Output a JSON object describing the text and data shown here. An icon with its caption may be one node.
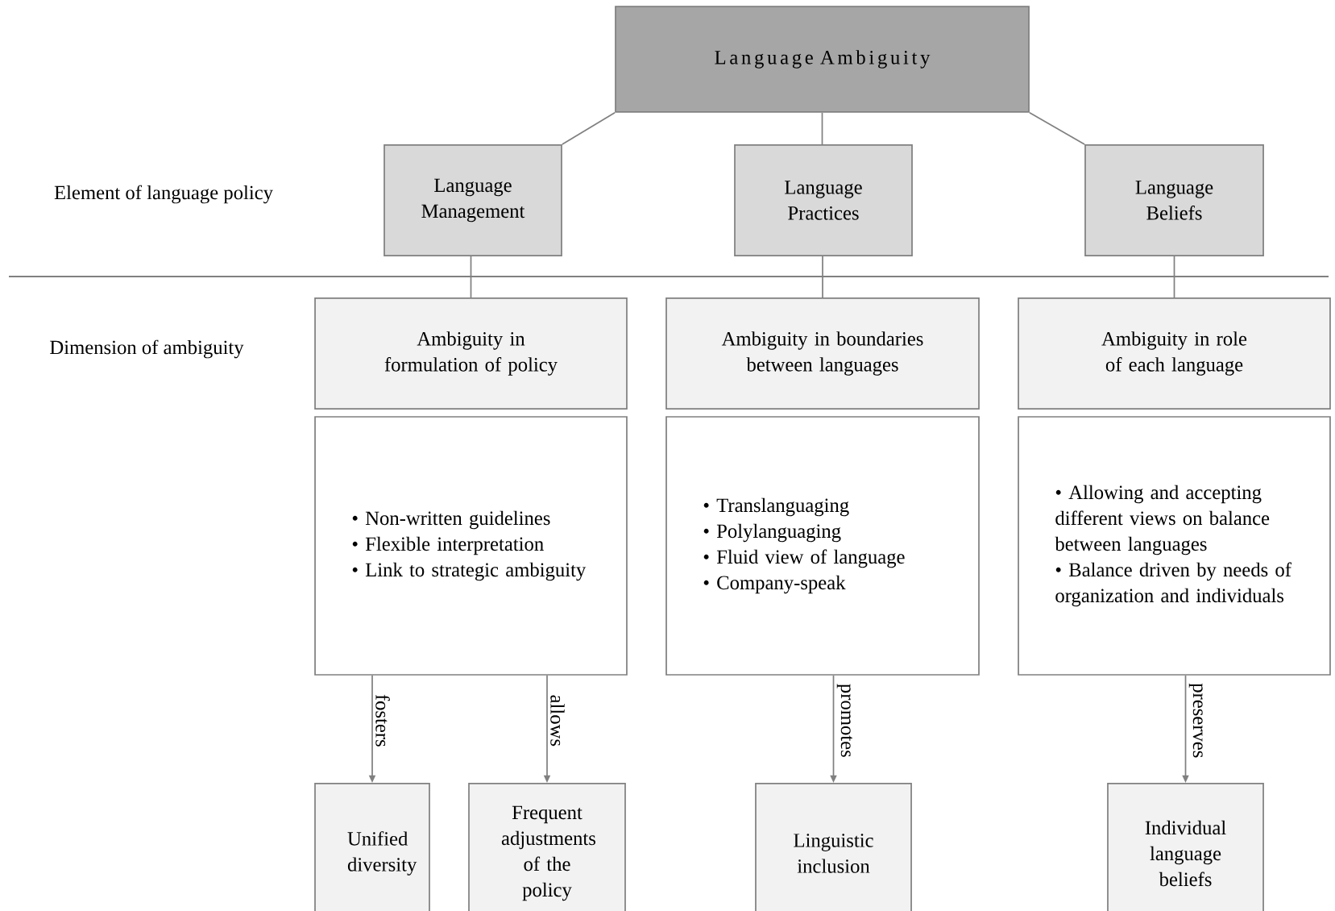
{
  "diagram": {
    "nodes": [
      {
        "text": [
          "Language Ambiguity"
        ]
      },
      {
        "text": [
          "Language Management"
        ]
      },
      {
        "text": [
          "Language Practices"
        ]
      },
      {
        "text": [
          "Language Beliefs"
        ]
      },
      {
        "text": [
          "Ambiguity in formulation of policy"
        ]
      },
      {
        "text": [
          "Ambiguity in boundaries between languages"
        ]
      },
      {
        "text": [
          "Ambiguity in role of each language"
        ]
      },
      {
        "text": [
          "• Non-written guidelines",
          "• Flexible interpretation",
          "• Link to strategic ambiguity"
        ]
      },
      {
        "text": [
          "• Translanguaging",
          "• Polylanguaging",
          "• Fluid view of language",
          "• Company-speak"
        ]
      },
      {
        "text": [
          "• Allowing and accepting different views on balance between languages",
          "• Balance driven by needs of organization and individuals"
        ]
      },
      {
        "text": [
          "Unified diversity"
        ]
      },
      {
        "text": [
          "Frequent adjustments of the policy"
        ]
      },
      {
        "text": [
          "Linguistic inclusion"
        ]
      },
      {
        "text": [
          "Individual language beliefs"
        ]
      }
    ],
    "edges": [
      {
        "from": 0,
        "to": 1,
        "arrow": "none"
      },
      {
        "from": 0,
        "to": 2,
        "arrow": "none"
      },
      {
        "from": 0,
        "to": 3,
        "arrow": "none"
      },
      {
        "from": 1,
        "to": 4,
        "arrow": "none"
      },
      {
        "from": 2,
        "to": 5,
        "arrow": "none"
      },
      {
        "from": 3,
        "to": 6,
        "arrow": "none"
      },
      {
        "from": 7,
        "to": 10,
        "arrow": "to",
        "label": "fosters"
      },
      {
        "from": 7,
        "to": 11,
        "arrow": "to",
        "label": "allows"
      },
      {
        "from": 8,
        "to": 12,
        "arrow": "to",
        "label": "promotes"
      },
      {
        "from": 9,
        "to": 13,
        "arrow": "to",
        "label": "preserves"
      }
    ],
    "labels": [
      "Element of language policy",
      "Dimension of ambiguity"
    ]
  }
}
